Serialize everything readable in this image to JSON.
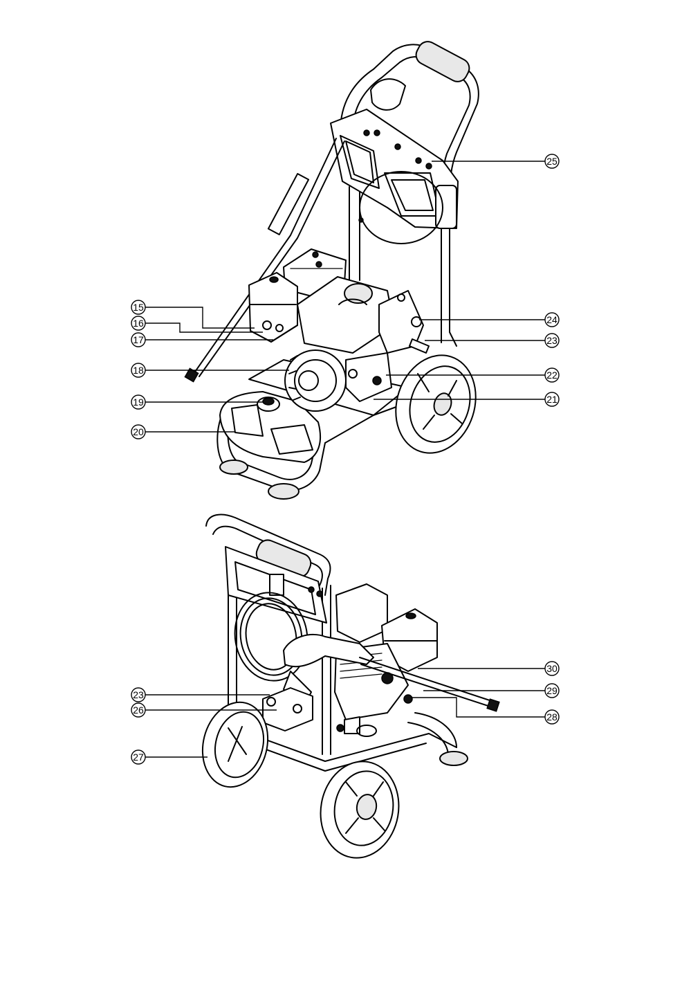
{
  "top_view": {
    "callouts": [
      "15",
      "16",
      "17",
      "18",
      "19",
      "20",
      "21",
      "22",
      "23",
      "24",
      "25"
    ]
  },
  "bottom_view": {
    "callouts": [
      "23",
      "26",
      "27",
      "28",
      "29",
      "30"
    ]
  }
}
